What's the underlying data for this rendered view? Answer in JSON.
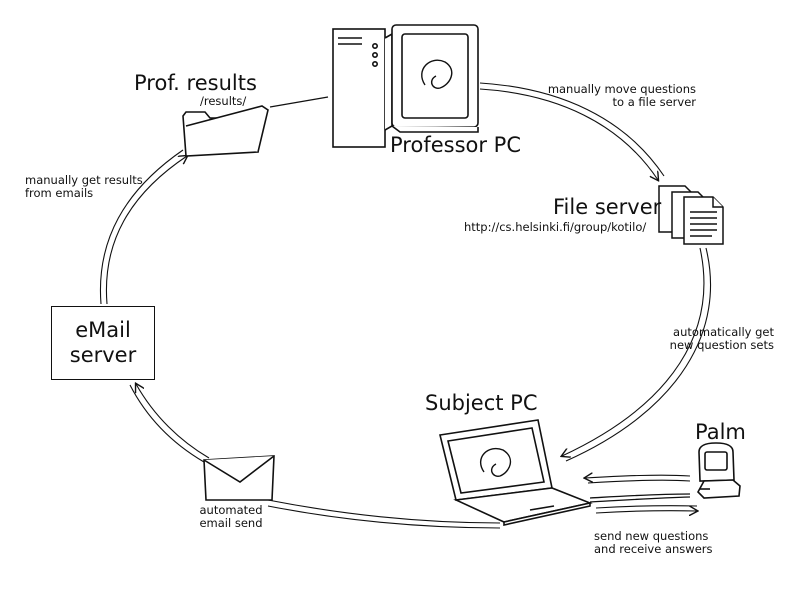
{
  "nodes": {
    "professor_pc": {
      "label": "Professor PC"
    },
    "prof_results": {
      "label": "Prof. results",
      "path": "/results/"
    },
    "file_server": {
      "label": "File server",
      "url": "http://cs.helsinki.fi/group/kotilo/"
    },
    "email_server": {
      "line1": "eMail",
      "line2": "server"
    },
    "subject_pc": {
      "label": "Subject PC"
    },
    "palm": {
      "label": "Palm"
    }
  },
  "edges": {
    "pc_to_fileserver": {
      "line1": "manually move questions",
      "line2": "to a file server"
    },
    "fileserver_to_subject": {
      "line1": "automatically get",
      "line2": "new question sets"
    },
    "subject_palm": {
      "line1": "send new questions",
      "line2": "and receive answers"
    },
    "subject_to_email": {
      "line1": "automated",
      "line2": "email send"
    },
    "email_to_results": {
      "line1": "manually get results",
      "line2": "from emails"
    }
  },
  "icons": [
    "desktop-computer-icon",
    "folder-icon",
    "documents-icon",
    "envelope-icon",
    "laptop-icon",
    "palm-device-icon"
  ]
}
